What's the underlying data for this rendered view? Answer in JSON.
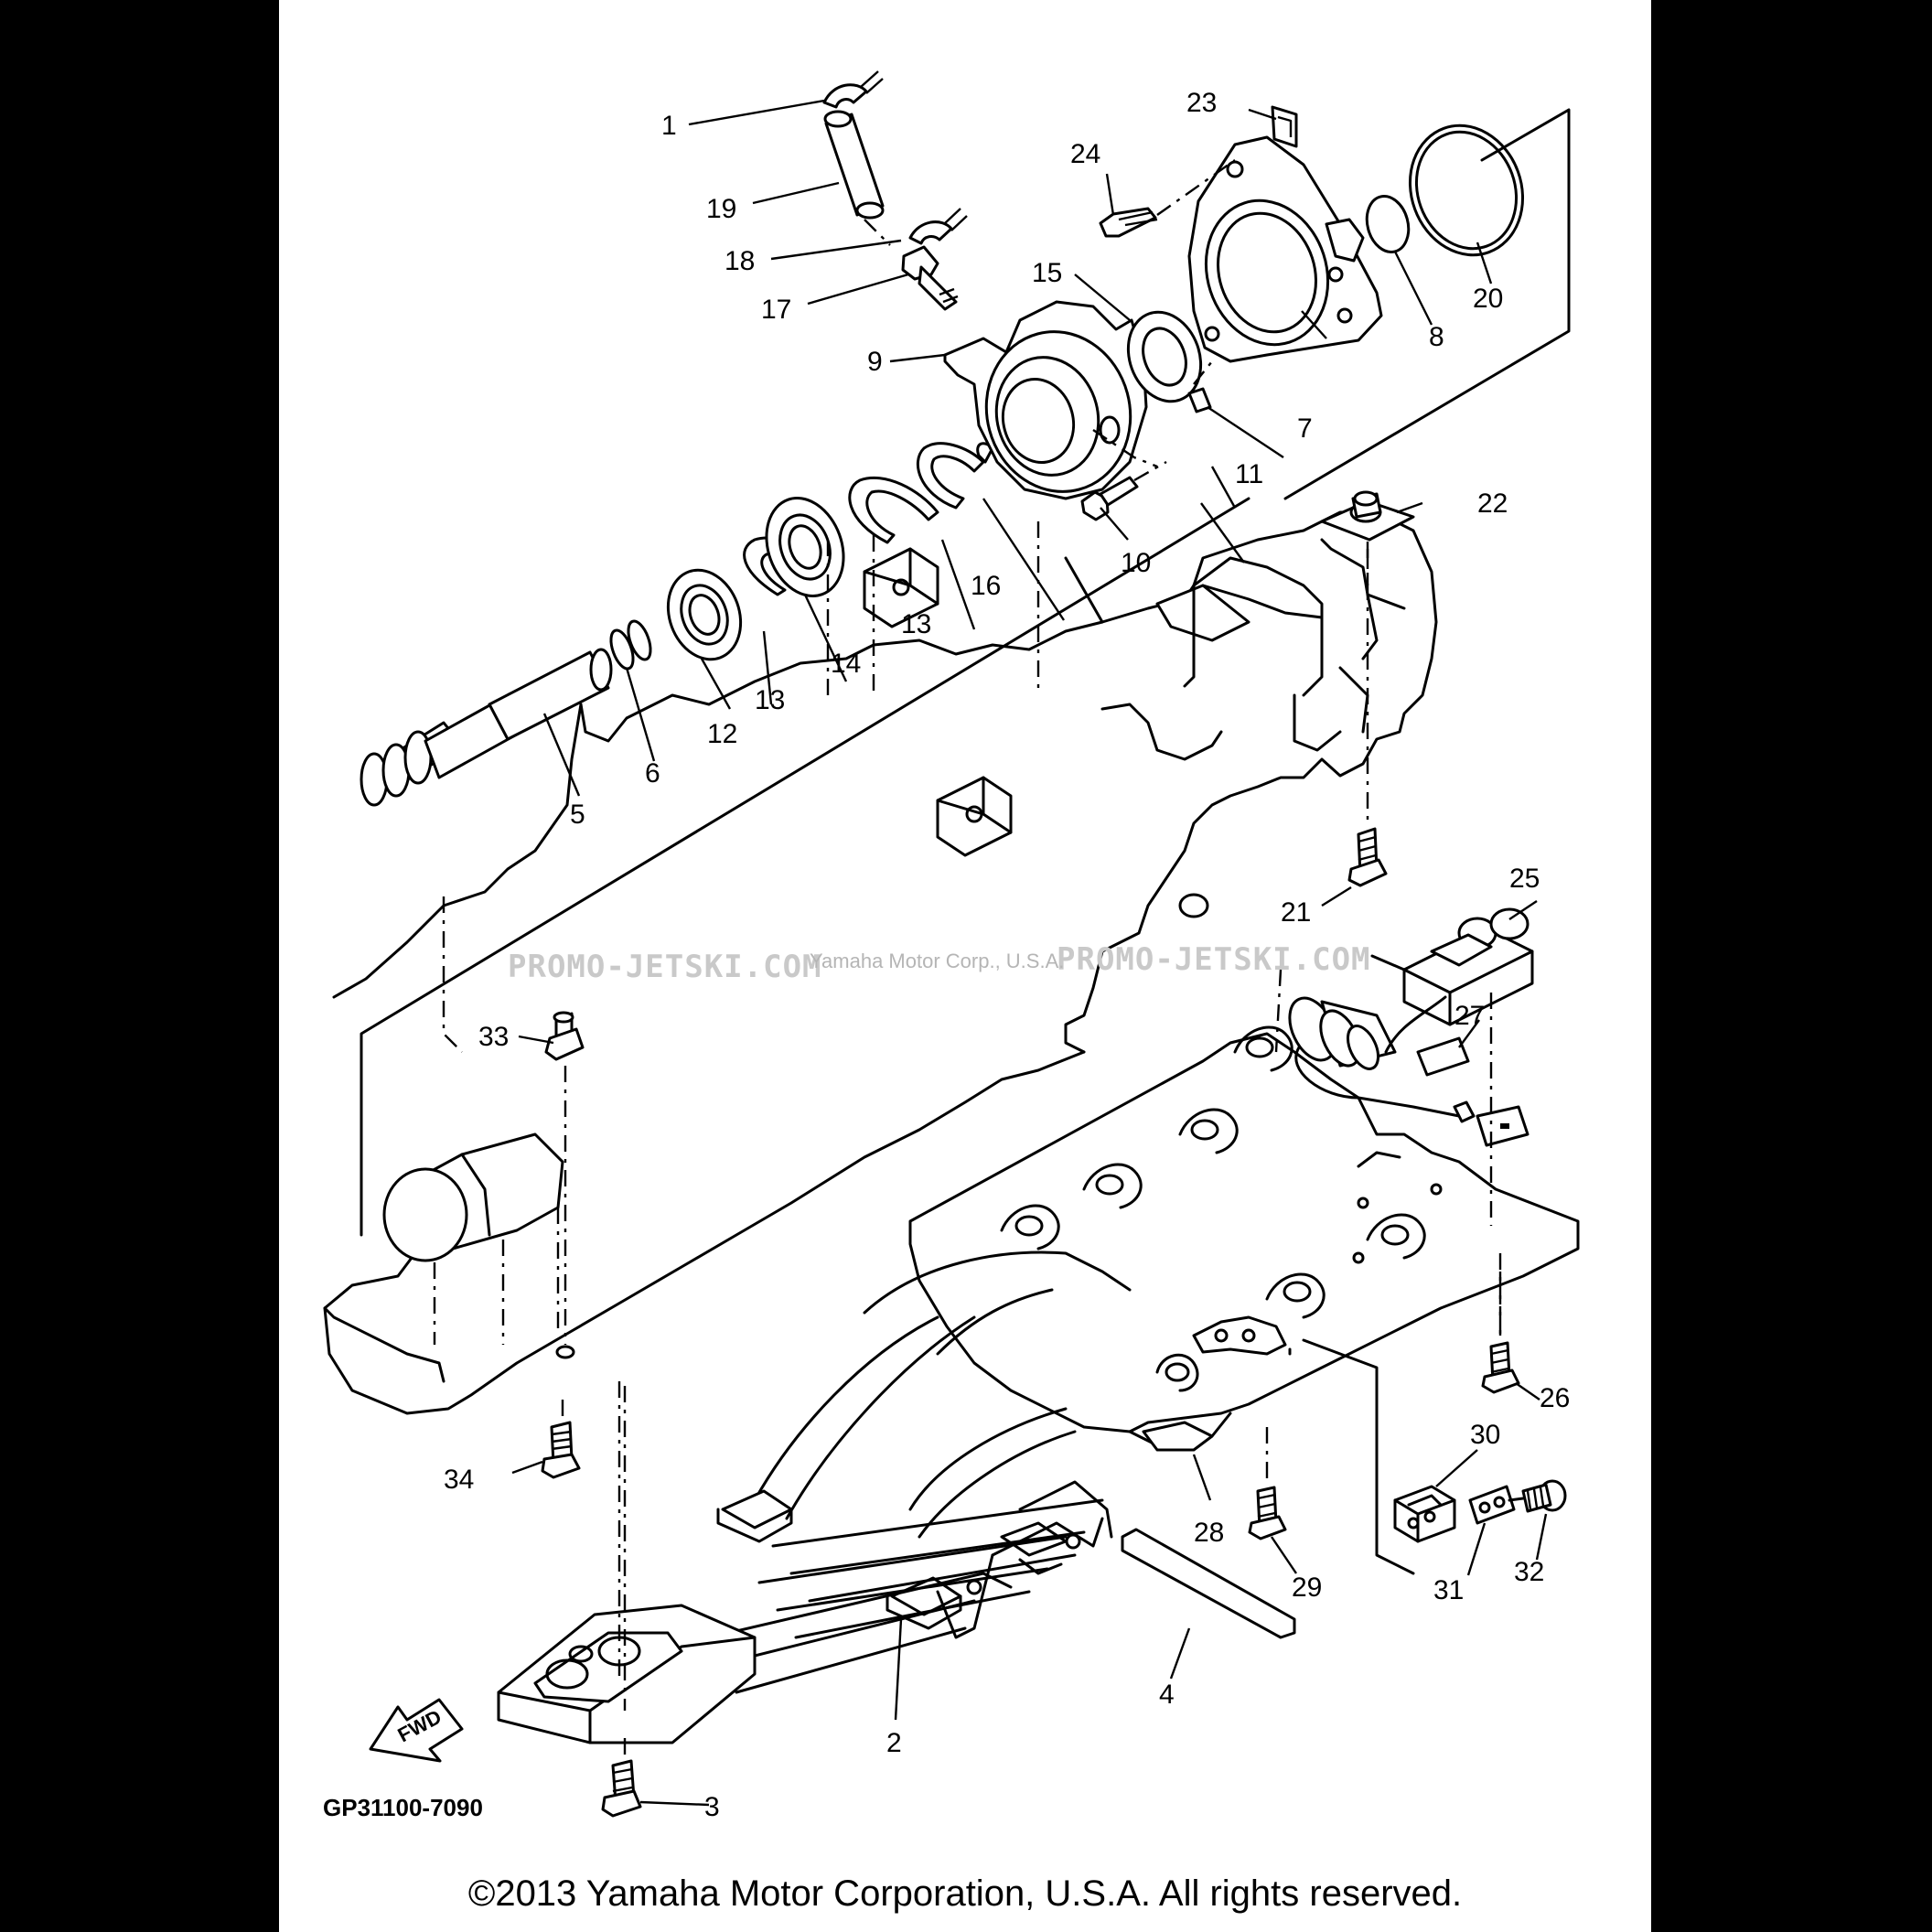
{
  "diagram": {
    "part_numbers": [
      "1",
      "2",
      "3",
      "4",
      "5",
      "6",
      "7",
      "8",
      "9",
      "10",
      "11",
      "12",
      "13",
      "13",
      "14",
      "15",
      "16",
      "17",
      "18",
      "19",
      "20",
      "21",
      "22",
      "23",
      "24",
      "25",
      "26",
      "27",
      "28",
      "29",
      "30",
      "31",
      "32",
      "33",
      "34"
    ],
    "drawing_code": "GP31100-7090",
    "direction_arrow": "FWD",
    "watermark": "PROMO-JETSKI.COM",
    "watermark_overlay": "Yamaha Motor Corp., U.S.A.",
    "copyright": "©2013 Yamaha Motor Corporation, U.S.A. All rights reserved."
  },
  "colors": {
    "background": "#000000",
    "sheet": "#ffffff",
    "ink": "#000000"
  }
}
